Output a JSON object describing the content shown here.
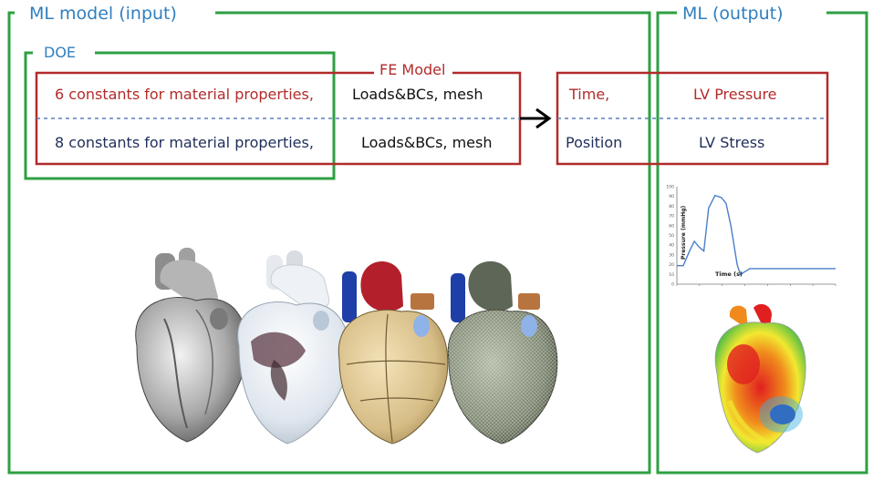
{
  "input_panel": {
    "title": "ML model (input)"
  },
  "output_panel": {
    "title": "ML (output)"
  },
  "doe": {
    "title": "DOE"
  },
  "fe_model": {
    "title": "FE Model",
    "row1": {
      "constants": "6 constants for material properties,",
      "loads": "Loads&BCs, mesh"
    },
    "row2": {
      "constants": "8 constants for material properties,",
      "loads": "Loads&BCs, mesh"
    }
  },
  "output_box": {
    "row1": {
      "left": "Time,",
      "right": "LV Pressure"
    },
    "row2": {
      "left": "Position",
      "right": "LV Stress"
    }
  },
  "colors": {
    "green": "#2ea043",
    "red": "#b22b2b",
    "blue": "#2f7fc0",
    "navy": "#1f2e5a",
    "dash": "#5a7fbf"
  },
  "chart_data": {
    "type": "line",
    "xlabel": "Time (s)",
    "ylabel": "Pressure (mmHg)",
    "ylim": [
      0,
      100
    ],
    "yticks": [
      "100",
      "90",
      "80",
      "70",
      "60",
      "50",
      "40",
      "30",
      "20",
      "10",
      "0"
    ],
    "x": [
      0,
      0.04,
      0.08,
      0.11,
      0.14,
      0.17,
      0.2,
      0.24,
      0.28,
      0.31,
      0.34,
      0.38,
      0.4,
      0.42,
      0.46,
      0.5,
      0.6,
      0.7,
      0.8,
      0.9,
      1.0
    ],
    "series": [
      {
        "values": [
          19,
          19,
          34,
          44,
          38,
          34,
          78,
          91,
          89,
          83,
          60,
          20,
          10,
          12,
          16,
          16,
          16,
          16,
          16,
          16,
          16
        ]
      }
    ]
  }
}
